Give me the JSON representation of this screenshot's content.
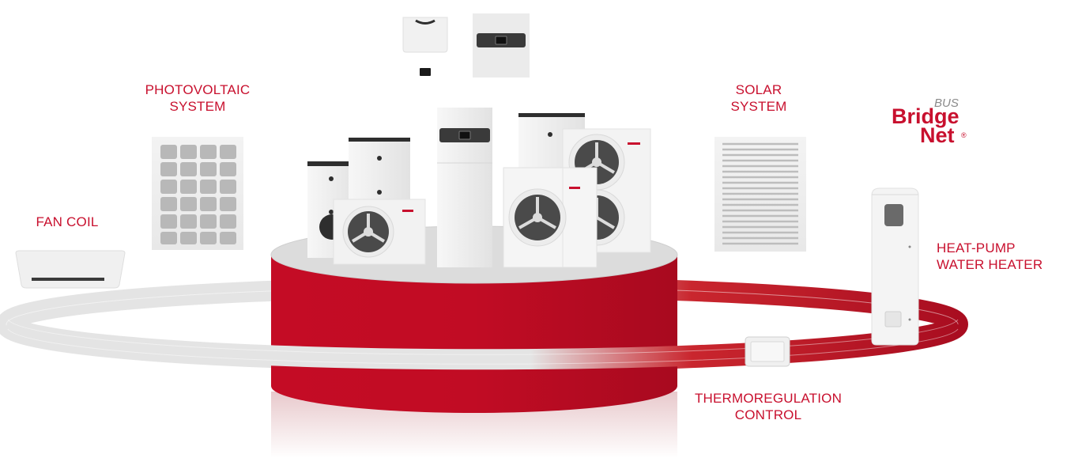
{
  "labels": {
    "photovoltaic": [
      "PHOTOVOLTAIC",
      "SYSTEM"
    ],
    "solar": [
      "SOLAR",
      "SYSTEM"
    ],
    "fan_coil": "FAN COIL",
    "heat_pump": [
      "HEAT-PUMP",
      "WATER HEATER"
    ],
    "thermoregulation": [
      "THERMOREGULATION",
      "CONTROL"
    ]
  },
  "logo": {
    "bus": "BUS",
    "bridge": "Bridge",
    "net": "Net",
    "registered": "®"
  },
  "colors": {
    "accent": "#c8102e",
    "platform_red": "#c10c24",
    "ring_grey": "#d9d9d9",
    "device_white": "#f2f2f2",
    "device_dark": "#2e2e2e"
  },
  "icons": [
    "photovoltaic-panel-icon",
    "solar-collector-icon",
    "fan-coil-icon",
    "heat-pump-unit-icon",
    "water-heater-icon",
    "thermostat-icon",
    "wall-controller-icon"
  ]
}
